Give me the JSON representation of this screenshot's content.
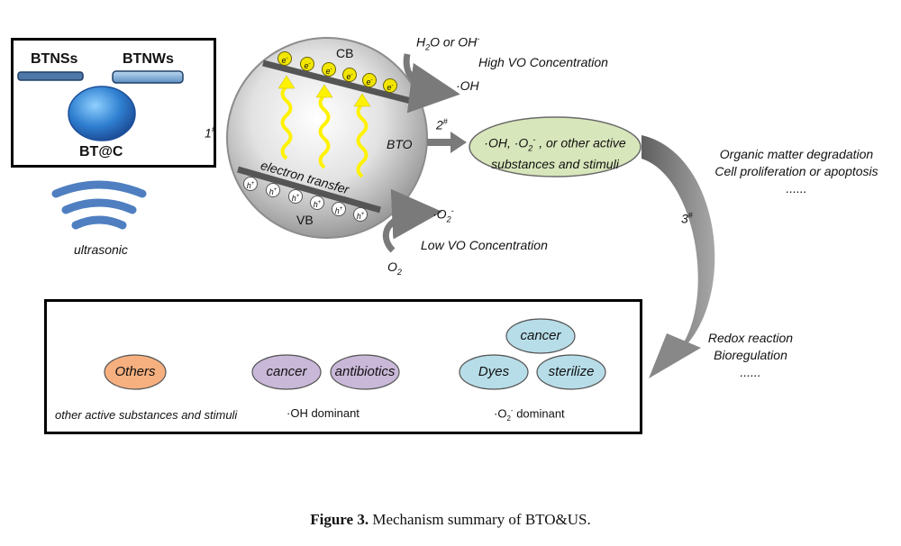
{
  "materials": {
    "btnss": "BTNSs",
    "btnws": "BTNWs",
    "btc": "BT@C",
    "ultrasonic": "ultrasonic"
  },
  "particle": {
    "cb": "CB",
    "vb": "VB",
    "bto": "BTO",
    "electron_transfer": "electron transfer",
    "electron": "e",
    "electron_sup": "-",
    "hole": "h",
    "hole_sup": "+"
  },
  "steps": {
    "step1": "1",
    "step2": "2",
    "step3": "3",
    "hash": "#"
  },
  "upper_branch": {
    "h2o_a": "H",
    "h2o_sub": "2",
    "h2o_b": "O or OH",
    "h2o_sup": "-",
    "high_vo": "High VO Concentration",
    "oh": "·OH"
  },
  "lower_branch": {
    "o2_product": "·O",
    "o2_product_sub": "2",
    "o2_product_sup": "-",
    "low_vo": "Low VO Concentration",
    "o2_reactant": "O",
    "o2_reactant_sub": "2"
  },
  "radicals_ellipse": {
    "line1_a": "·OH, ·O",
    "line1_sub": "2",
    "line1_sup": "-",
    "line1_b": " , or other active",
    "line2": "substances and stimuli"
  },
  "effects_upper": {
    "line1": "Organic matter degradation",
    "line2": "Cell proliferation or apoptosis",
    "line3": "......"
  },
  "effects_lower": {
    "line1": "Redox reaction",
    "line2": "Bioregulation",
    "line3": "......"
  },
  "dominance": {
    "others": "Others",
    "others_caption": "other active substances and stimuli",
    "oh_cancer": "cancer",
    "oh_antibiotics": "antibiotics",
    "oh_caption": "·OH dominant",
    "o2_cancer": "cancer",
    "o2_dyes": "Dyes",
    "o2_sterilize": "sterilize",
    "o2_caption_a": "·O",
    "o2_caption_sub": "2",
    "o2_caption_sup": "-",
    "o2_caption_b": " dominant"
  },
  "caption": {
    "label": "Figure 3.",
    "text": " Mechanism summary of BTO&US."
  },
  "colors": {
    "others_fill": "#f6b07f",
    "purple_fill": "#c9b8d8",
    "blue_fill": "#b7dde8",
    "radical_fill": "#d8e6bb",
    "arrow_gray": "#8a8a8a",
    "wave_yellow": "#fff200",
    "electron_yellow": "#f2e600",
    "ultrasonic_blue": "#4f7fc0"
  }
}
